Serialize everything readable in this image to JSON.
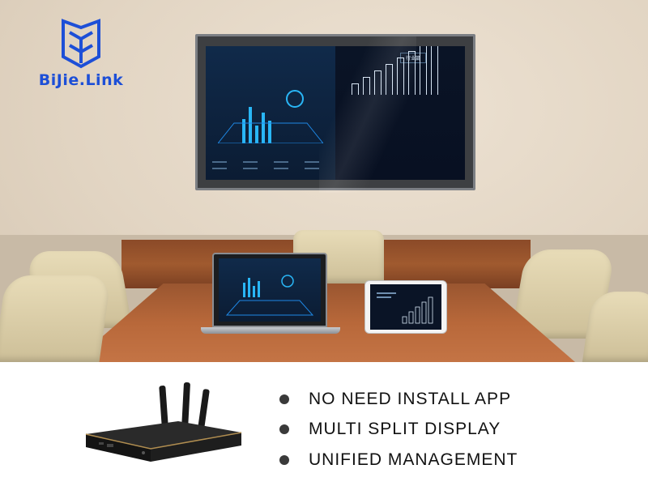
{
  "brand": {
    "logo_text": "BiJie.Link",
    "logo_color": "#1d4fd7"
  },
  "scene": {
    "tv_tab_label": "行业篇"
  },
  "features": [
    {
      "text": "NO NEED INSTALL APP"
    },
    {
      "text": "MULTI SPLIT DISPLAY"
    },
    {
      "text": "UNIFIED MANAGEMENT"
    }
  ],
  "icons": {
    "logo": "shield-logo-icon",
    "bullet": "bullet-dot-icon",
    "device": "router-box-icon"
  }
}
